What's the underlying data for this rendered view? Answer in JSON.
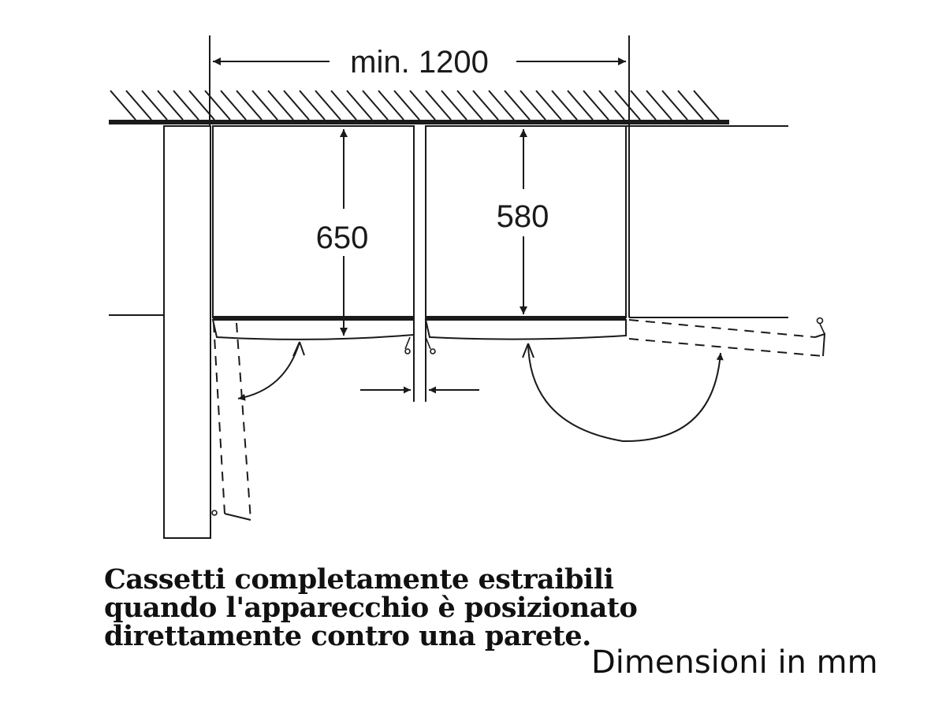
{
  "dimensions": {
    "total_width_label": "min. 1200",
    "left_depth_label": "650",
    "right_depth_label": "580"
  },
  "caption": {
    "line1": "Cassetti completamente estraibili",
    "line2": "quando l'apparecchio è posizionato",
    "line3": "direttamente contro una parete."
  },
  "units_note": "Dimensioni in mm",
  "colors": {
    "line": "#1a1a1a",
    "background": "#ffffff"
  }
}
